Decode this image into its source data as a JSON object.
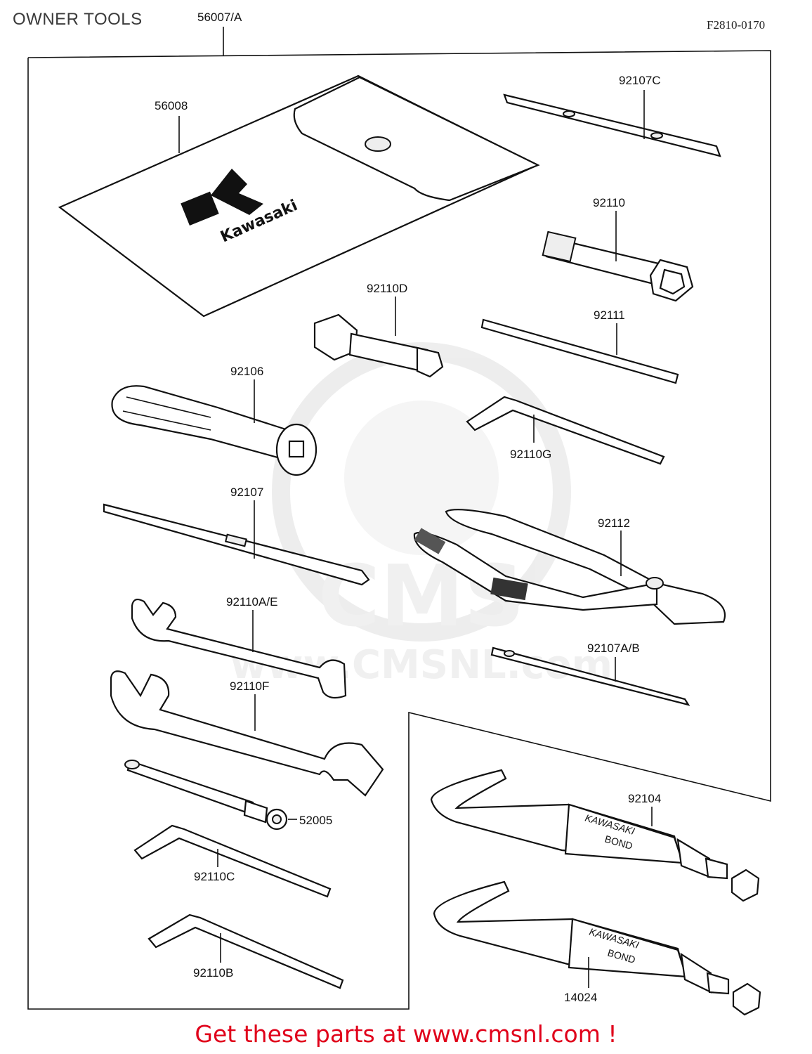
{
  "header": {
    "section_title": "OWNER TOOLS",
    "diagram_code": "F2810-0170"
  },
  "brand": {
    "logo_text": "Kawasaki",
    "tube_label_line1": "KAWASAKI",
    "tube_label_line2": "BOND"
  },
  "watermark": {
    "text": "www.CMSNL.com"
  },
  "parts": {
    "kit": "56007/A",
    "bag": "56008",
    "screwdriver_tip_c": "92107C",
    "box_wrench": "92110",
    "socket_wrench_d": "92110D",
    "bar": "92111",
    "driver_handle": "92106",
    "hex_key_g": "92110G",
    "screwdriver_tip": "92107",
    "pliers": "92112",
    "open_wrench_ae": "92110A/E",
    "screwdriver_tip_ab": "92107A/B",
    "open_wrench_f": "92110F",
    "spoke_tool": "52005",
    "bond_tube_92104": "92104",
    "hex_key_c": "92110C",
    "hex_key_b": "92110B",
    "bond_tube_14024": "14024"
  },
  "footer": {
    "promo": "Get these parts at www.cmsnl.com !"
  },
  "colors": {
    "footer_text": "#e0001a",
    "line_art": "#111111",
    "watermark": "#e6e6e6"
  }
}
